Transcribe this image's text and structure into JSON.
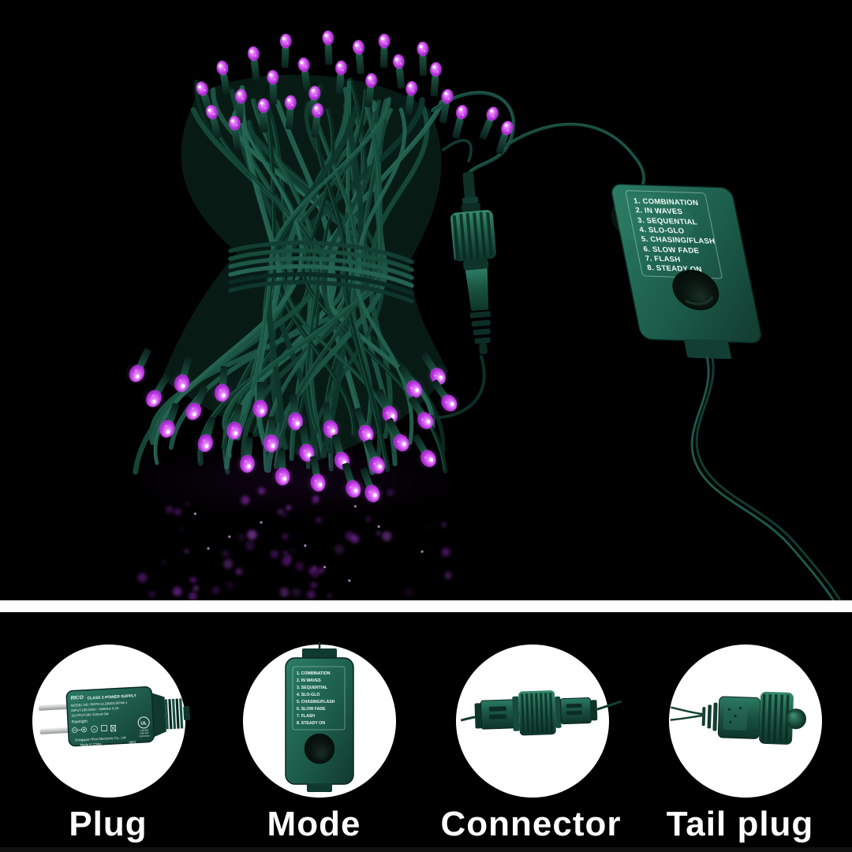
{
  "modes": [
    "1. COMBINATION",
    "2. IN WAVES",
    "3. SEQUENTIAL",
    "4. SLO-GLO",
    "5. CHASING/FLASH",
    "6. SLOW FADE",
    "7. FLASH",
    "8. STEADY ON"
  ],
  "insets": [
    {
      "label": "Plug"
    },
    {
      "label": "Mode"
    },
    {
      "label": "Connector"
    },
    {
      "label": "Tail plug"
    }
  ],
  "adapter": {
    "brand": "RICO",
    "class_line": "CLASS 2 POWER SUPPLY",
    "model_line": "MODEL NO. RKPD-UL2900310/P44-1",
    "input_line": "INPUT:100-240V~ 50/60Hz 0.2A",
    "output_line": "OUTPUT:29V  310mA 9W",
    "raintight": "Raintight",
    "vi_mark": "VI",
    "ul_mark": "UL",
    "ul_listed": "LISTED",
    "ul_file": "E487781",
    "ul_type": "LED Driver",
    "company_line": "Dongguan Rico Electronic Co., Ltd",
    "origin_line": "Made in China",
    "date_code": "0621"
  },
  "colors": {
    "background": "#000000",
    "divider": "#ffffff",
    "led_purple": "#c944e6",
    "wire_green": "#143f31",
    "device_green": "#1d5c4a",
    "label_white": "#ffffff"
  }
}
